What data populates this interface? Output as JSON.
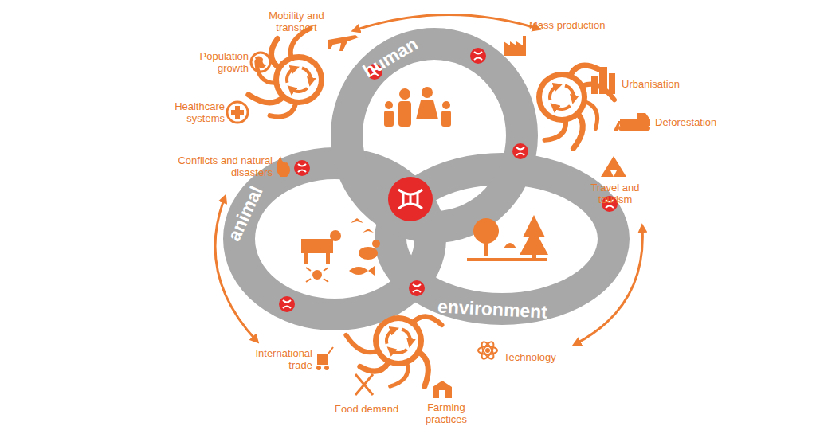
{
  "diagram": {
    "nodes": [
      {
        "text": [
          "human"
        ]
      },
      {
        "text": [
          "animal"
        ]
      },
      {
        "text": [
          "environment"
        ]
      }
    ],
    "labels": [
      "Mobility and transport",
      "Population growth",
      "Healthcare systems",
      "Conflicts and natural disasters",
      "Mass production",
      "Urbanisation",
      "Deforestation",
      "Travel and tourism",
      "International trade",
      "Food demand",
      "Farming practices",
      "Technology"
    ]
  }
}
